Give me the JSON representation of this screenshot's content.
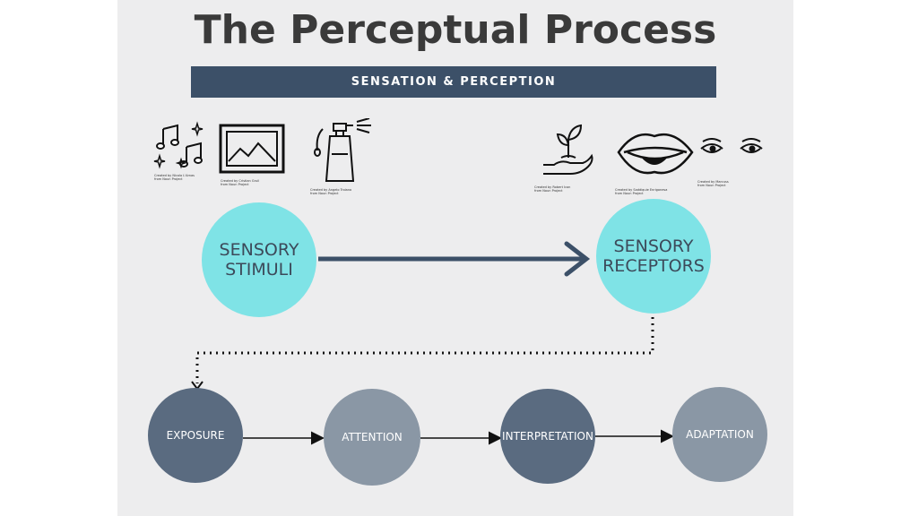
{
  "title": "The Perceptual Process",
  "banner": "SENSATION & PERCEPTION",
  "stimuli": {
    "label_line1": "SENSORY",
    "label_line2": "STIMULI"
  },
  "receptors": {
    "label_line1": "SENSORY",
    "label_line2": "RECEPTORS"
  },
  "steps": [
    {
      "label": "EXPOSURE"
    },
    {
      "label": "ATTENTION"
    },
    {
      "label": "INTERPRETATION"
    },
    {
      "label": "ADAPTATION"
    }
  ],
  "icons": {
    "stimuli": [
      "music-notes-icon",
      "picture-frame-icon",
      "perfume-bottle-icon"
    ],
    "receptors": [
      "hand-plant-icon",
      "mouth-tongue-icon",
      "eyes-icon"
    ]
  },
  "credits": {
    "music": "Created by Nicolo L'Amas\nfrom Noun Project",
    "picture": "Created by Cristian Gruil\nfrom Noun Project",
    "perfume": "Created by Angelo Troiano\nfrom Noun Project",
    "hand": "Created by Robert Icon\nfrom Noun Project",
    "mouth": "Created by Saddiquie Enrigonesa\nfrom Noun Project",
    "eyes": "Created by Marcuss\nfrom Noun Project"
  },
  "colors": {
    "banner": "#3c5068",
    "stimuli_circle": "#7fe3e6",
    "step_dark": "#5a6b80",
    "step_light": "#8a97a5",
    "arrow": "#3c5068"
  }
}
